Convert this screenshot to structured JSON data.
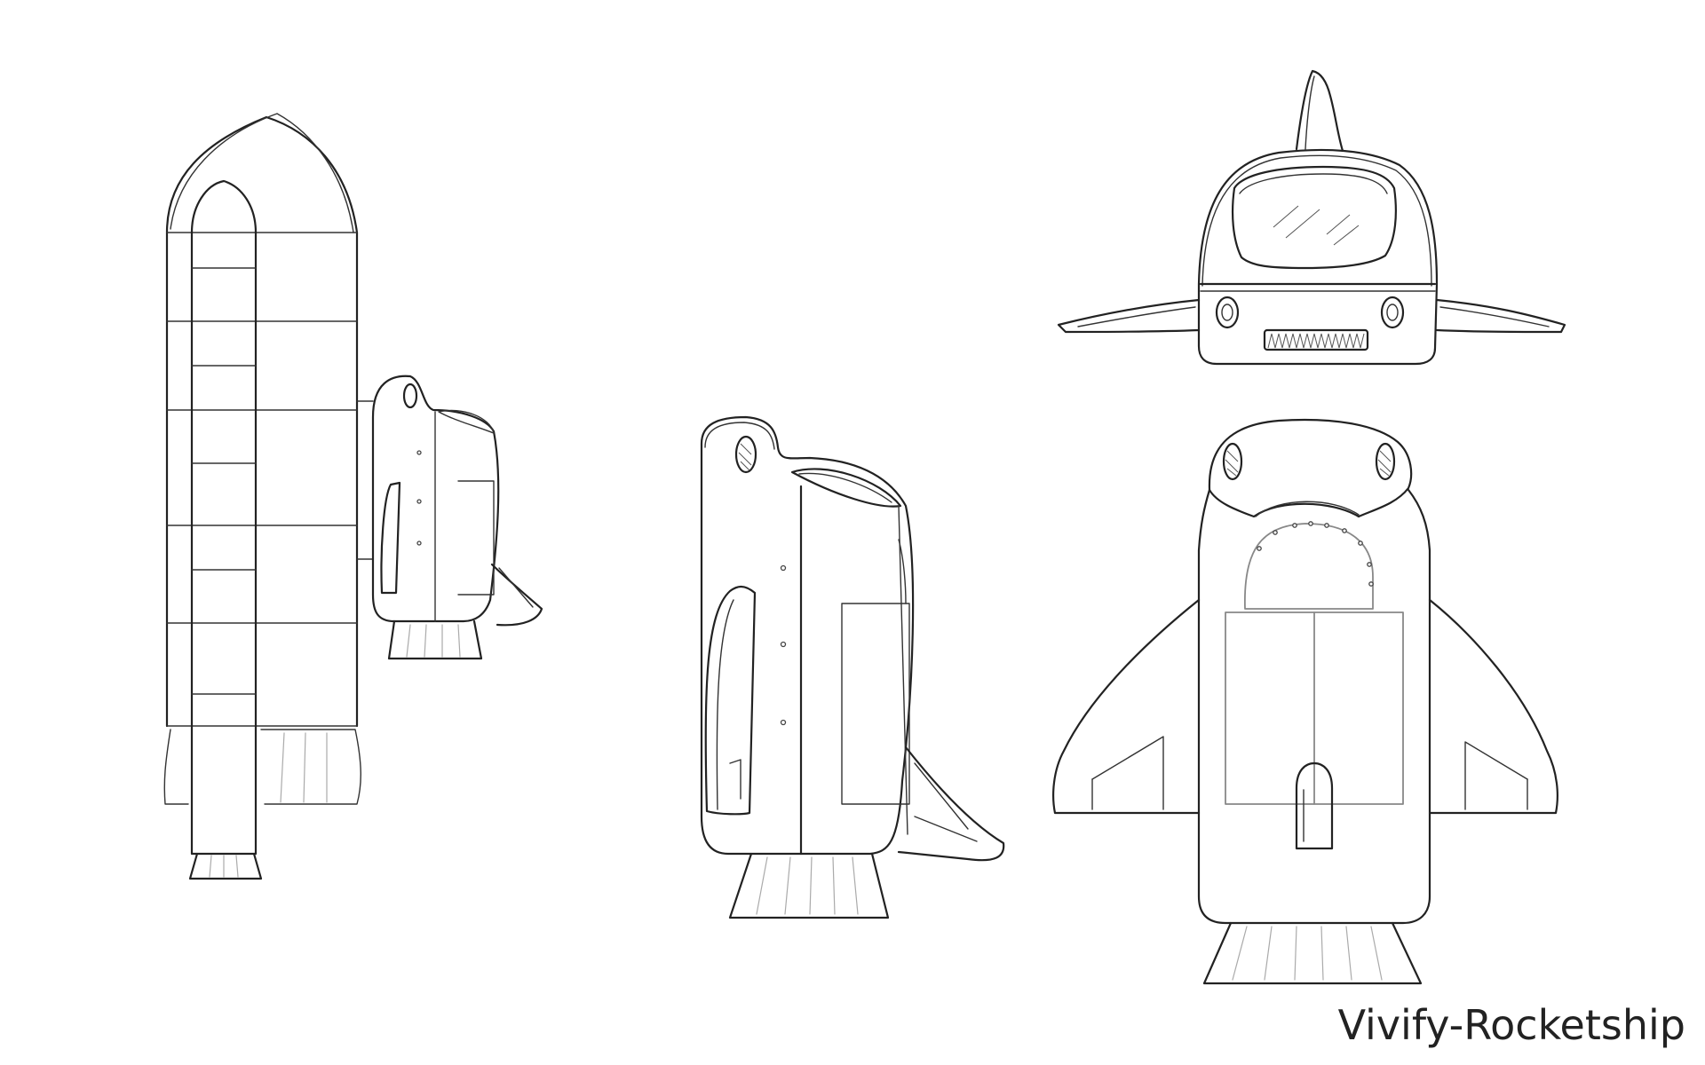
{
  "caption": {
    "title": "Vivify-Rocketship"
  },
  "views": [
    {
      "id": "launch-stack-side-view",
      "icon": "space-shuttle-with-booster-sketch"
    },
    {
      "id": "rocketship-side-view",
      "icon": "rocketship-side-profile-sketch"
    },
    {
      "id": "rocketship-front-view",
      "icon": "rocketship-front-view-sketch"
    },
    {
      "id": "rocketship-top-view",
      "icon": "rocketship-top-view-sketch"
    }
  ],
  "colors": {
    "background": "#ffffff",
    "ink": "#222222",
    "pencil": "#888888"
  }
}
